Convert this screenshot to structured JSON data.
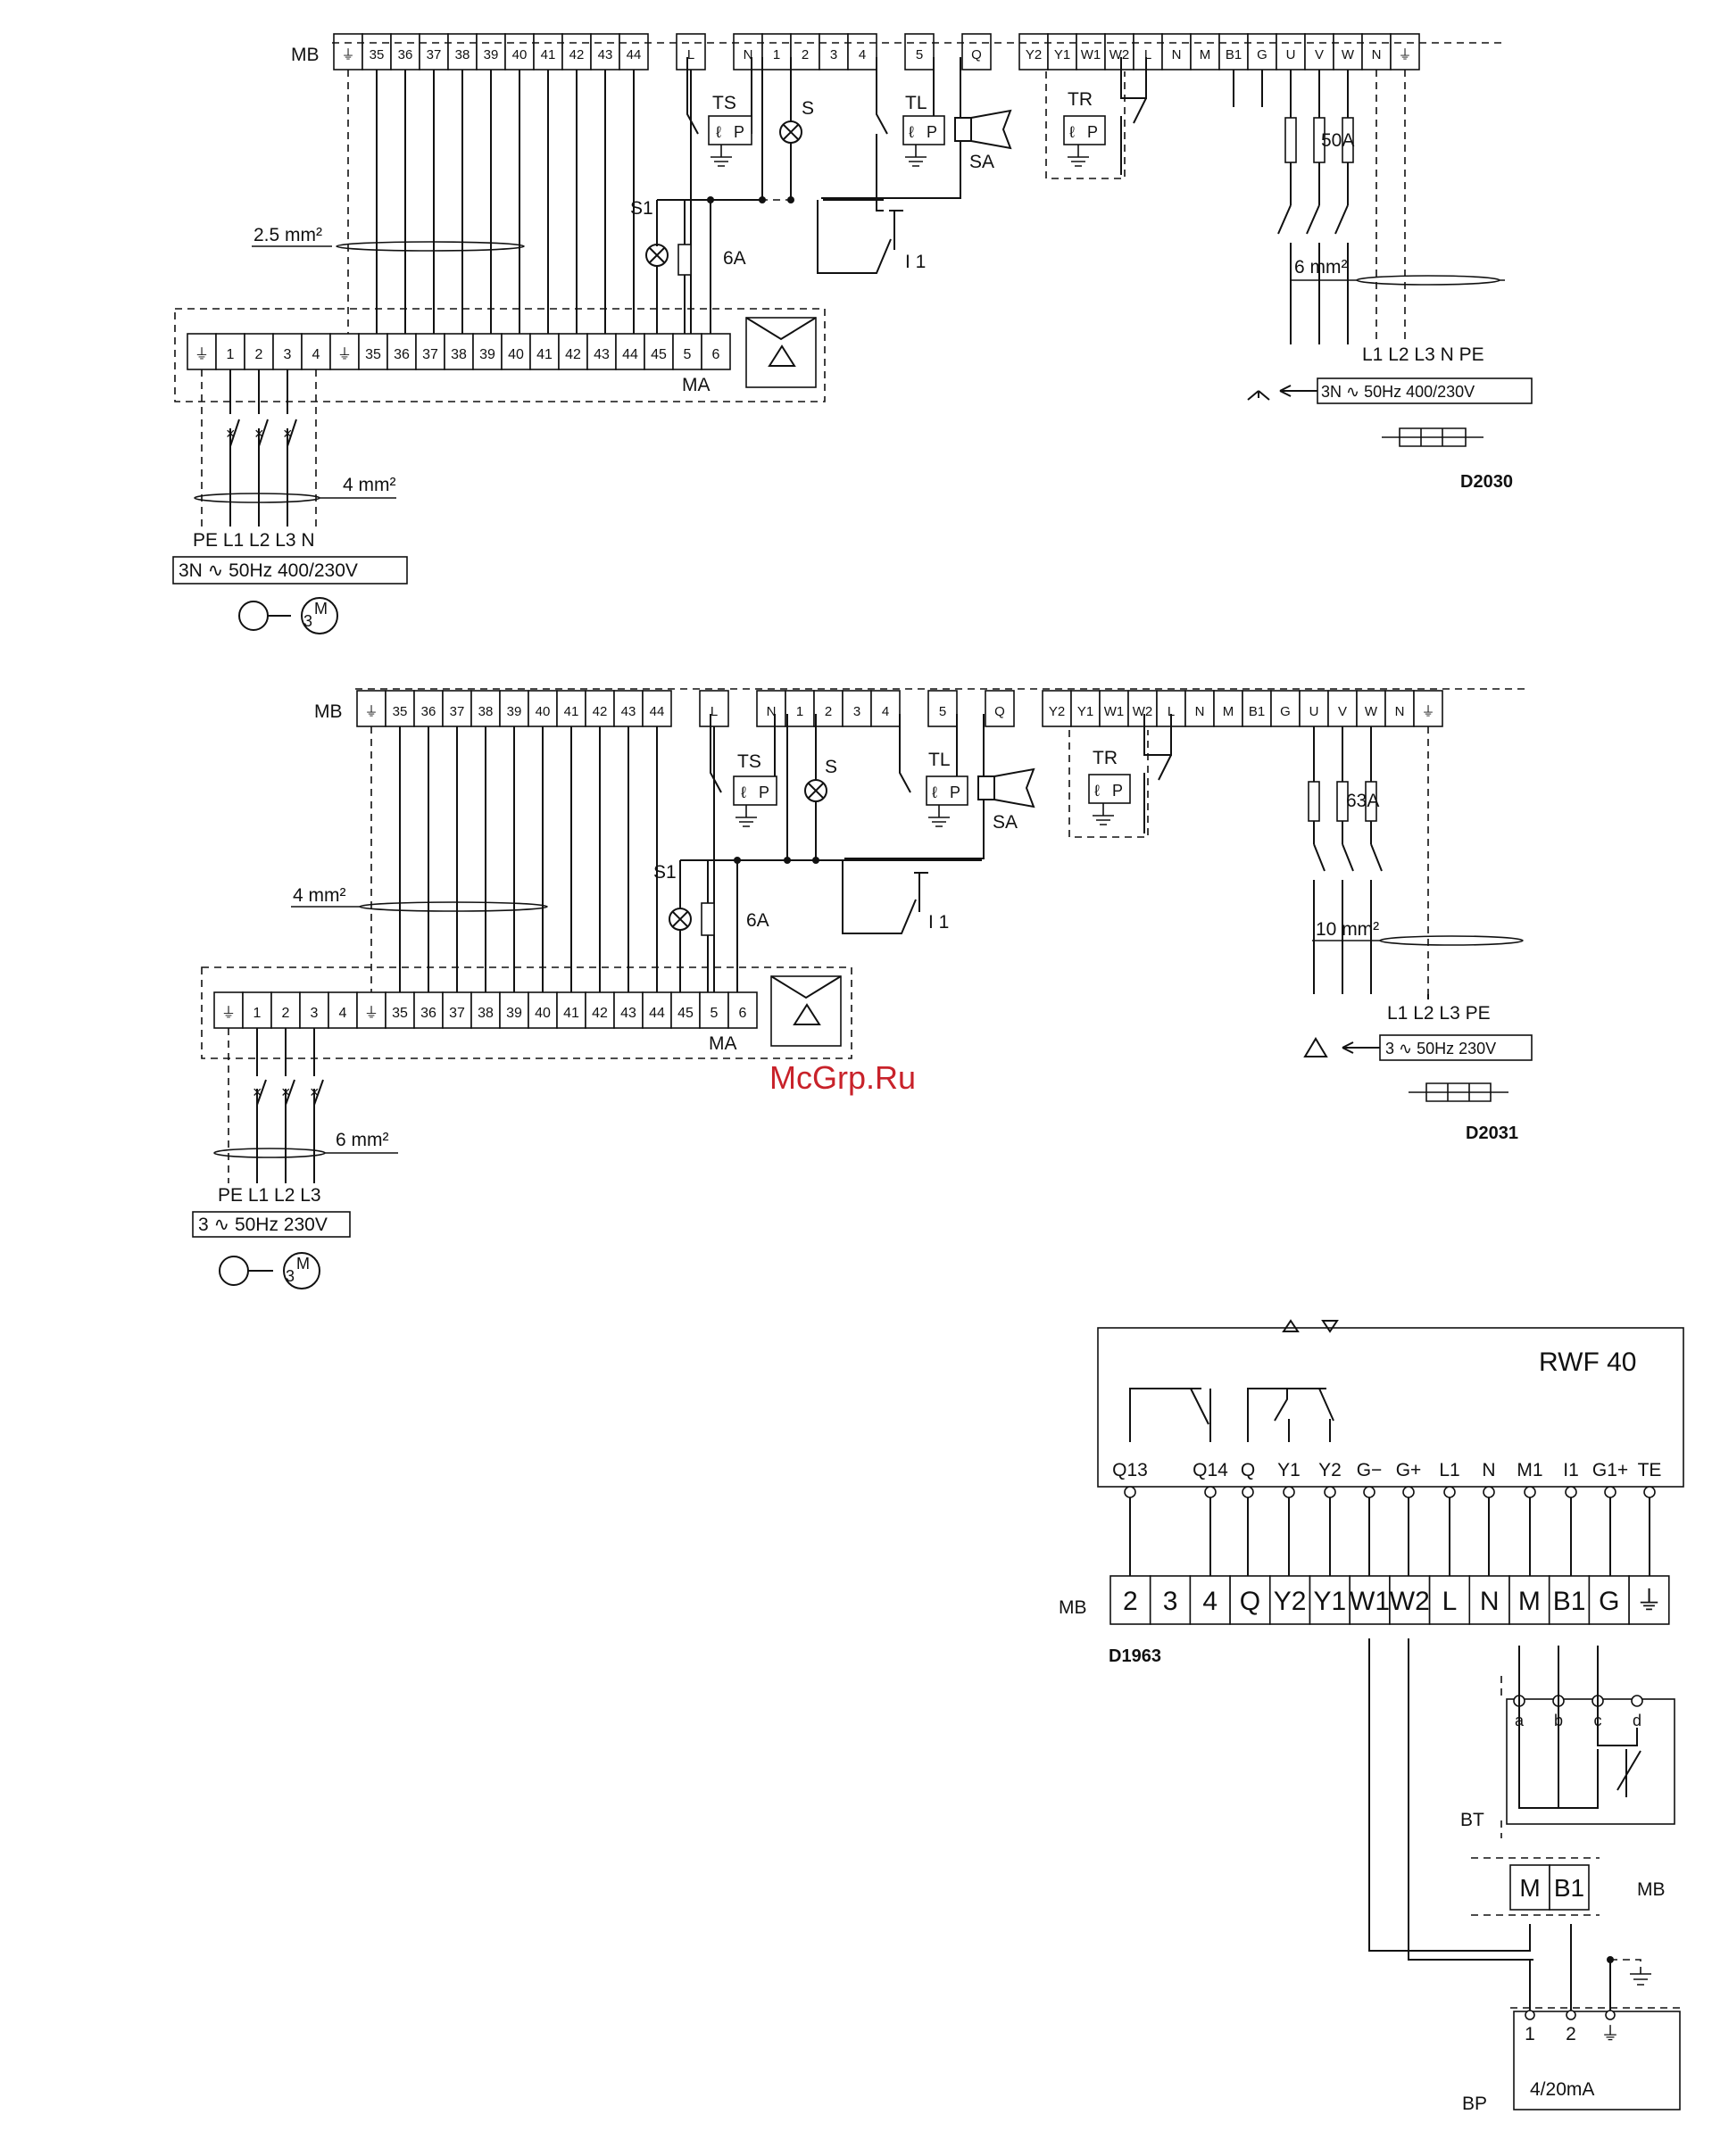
{
  "watermark": "McGrp.Ru",
  "diagram1": {
    "code": "D2030",
    "mb_label": "MB",
    "mb_terminals": [
      "⏚",
      "35",
      "36",
      "37",
      "38",
      "39",
      "40",
      "41",
      "42",
      "43",
      "44",
      "",
      "L",
      "",
      "N",
      "1",
      "2",
      "3",
      "4",
      "",
      "5",
      "",
      "Q",
      "",
      "Y2",
      "Y1",
      "W1",
      "W2",
      "L",
      "N",
      "M",
      "B1",
      "G",
      "U",
      "V",
      "W",
      "N",
      "⏚"
    ],
    "ma_label": "MA",
    "ma_terminals": [
      "⏚",
      "1",
      "2",
      "3",
      "4",
      "⏚",
      "35",
      "36",
      "37",
      "38",
      "39",
      "40",
      "41",
      "42",
      "43",
      "44",
      "45",
      "5",
      "6"
    ],
    "ts": "TS",
    "s": "S",
    "tl": "TL",
    "sa": "SA",
    "tr": "TR",
    "s1": "S1",
    "fuse_6a": "6A",
    "i1": "I 1",
    "p": "P",
    "fuse_main": "50A",
    "cable_left": "2.5 mm²",
    "cable_motor": "4 mm²",
    "cable_supply": "6 mm²",
    "supply_terms": "L1 L2 L3  N  PE",
    "supply_box": "3N ∿ 50Hz 400/230V",
    "motor_terms": "PE L1 L2 L3  N",
    "motor_box": "3N ∿ 50Hz  400/230V",
    "motor_m": "M",
    "motor_3": "3"
  },
  "diagram2": {
    "code": "D2031",
    "mb_label": "MB",
    "mb_terminals": [
      "⏚",
      "35",
      "36",
      "37",
      "38",
      "39",
      "40",
      "41",
      "42",
      "43",
      "44",
      "",
      "L",
      "",
      "N",
      "1",
      "2",
      "3",
      "4",
      "",
      "5",
      "",
      "Q",
      "",
      "Y2",
      "Y1",
      "W1",
      "W2",
      "L",
      "N",
      "M",
      "B1",
      "G",
      "U",
      "V",
      "W",
      "N",
      "⏚"
    ],
    "ma_label": "MA",
    "ma_terminals": [
      "⏚",
      "1",
      "2",
      "3",
      "4",
      "⏚",
      "35",
      "36",
      "37",
      "38",
      "39",
      "40",
      "41",
      "42",
      "43",
      "44",
      "45",
      "5",
      "6"
    ],
    "ts": "TS",
    "s": "S",
    "tl": "TL",
    "sa": "SA",
    "tr": "TR",
    "s1": "S1",
    "fuse_6a": "6A",
    "i1": "I 1",
    "p": "P",
    "fuse_main": "63A",
    "cable_left": "4 mm²",
    "cable_motor": "6 mm²",
    "cable_supply": "10 mm²",
    "supply_terms": "L1 L2 L3    PE",
    "supply_box": "3 ∿ 50Hz  230V",
    "motor_terms": "PE L1 L2 L3",
    "motor_box": "3 ∿ 50Hz  230V",
    "motor_m": "M",
    "motor_3": "3"
  },
  "diagram3": {
    "code": "D1963",
    "device": "RWF  40",
    "rwf_terminals": [
      "Q13",
      "",
      "Q14",
      "Q",
      "Y1",
      "Y2",
      "G−",
      "G+",
      "L1",
      "N",
      "M1",
      "I1",
      "G1+",
      "TE"
    ],
    "mb_label": "MB",
    "mb_terminals": [
      "2",
      "3",
      "4",
      "Q",
      "Y2",
      "Y1",
      "W1",
      "W2",
      "L",
      "N",
      "M",
      "B1",
      "G",
      "⏚"
    ],
    "bt_label": "BT",
    "bt_terms": [
      "a",
      "b",
      "c",
      "d"
    ],
    "mb2_label": "MB",
    "mb2_terminals": [
      "M",
      "B1"
    ],
    "bp_label": "BP",
    "bp_terms": [
      "1",
      "2",
      "⏚"
    ],
    "bp_signal": "4/20mA"
  }
}
